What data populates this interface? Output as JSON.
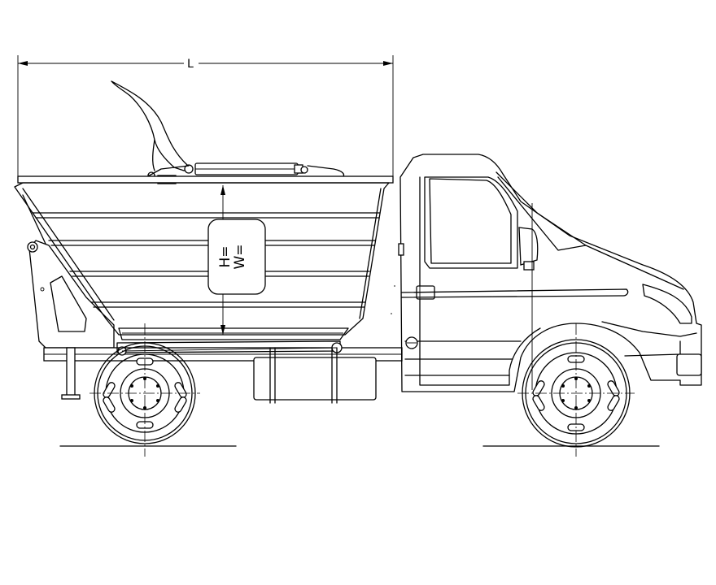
{
  "dimensions": {
    "length_label": "L",
    "height_label": "H=",
    "width_label": "W="
  },
  "colors": {
    "line": "#000000",
    "background": "#ffffff"
  }
}
